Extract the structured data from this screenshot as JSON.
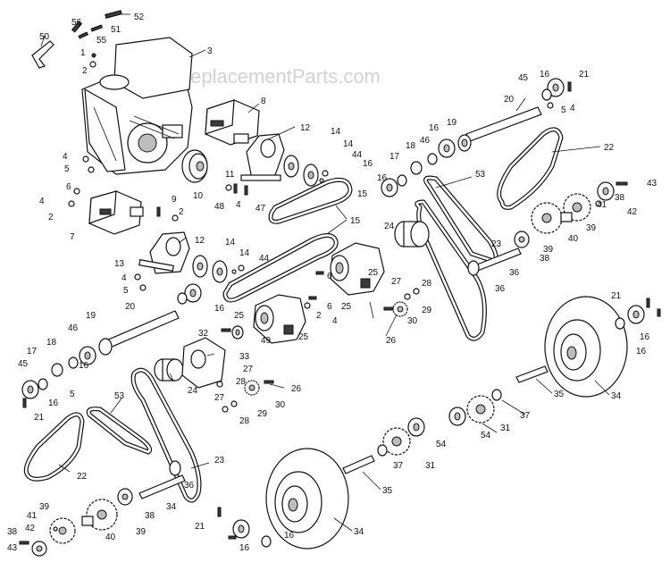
{
  "watermark": "eReplacementParts.com",
  "callouts": [
    "2",
    "3",
    "4",
    "5",
    "6",
    "7",
    "8",
    "9",
    "10",
    "11",
    "12",
    "13",
    "14",
    "15",
    "16",
    "17",
    "18",
    "19",
    "20",
    "21",
    "22",
    "23",
    "24",
    "25",
    "26",
    "27",
    "28",
    "29",
    "30",
    "31",
    "32",
    "33",
    "34",
    "35",
    "36",
    "37",
    "38",
    "39",
    "40",
    "41",
    "42",
    "43",
    "44",
    "45",
    "46",
    "47",
    "48",
    "49",
    "50",
    "51",
    "52",
    "53",
    "54",
    "55",
    "56"
  ]
}
